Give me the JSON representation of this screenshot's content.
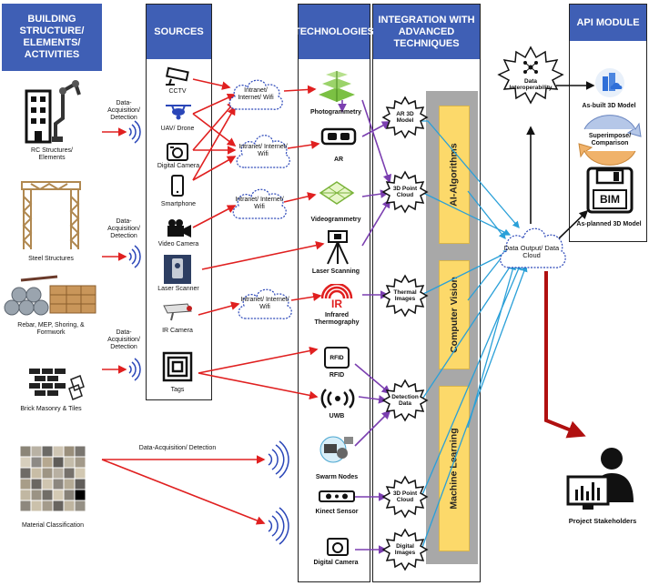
{
  "headers": {
    "building": "BUILDING STRUCTURE/ ELEMENTS/ ACTIVITIES",
    "sources": "SOURCES",
    "technologies": "TECHNOLOGIES",
    "integration": "INTEGRATION WITH ADVANCED TECHNIQUES",
    "api": "API MODULE"
  },
  "building_items": [
    "RC Structures/ Elements",
    "Steel Structures",
    "Rebar, MEP, Shoring, & Formwork",
    "Brick Masonry & Tiles",
    "Material Classification"
  ],
  "acquisition_labels": [
    "Data-Acquisition/ Detection",
    "Data-Acquisition/ Detection",
    "Data-Acquisition/ Detection",
    "Data-Acquisition/ Detection"
  ],
  "sources": [
    "CCTV",
    "UAV/ Drone",
    "Digital Camera",
    "Smartphone",
    "Video Camera",
    "Laser Scanner",
    "IR Camera",
    "Tags"
  ],
  "networks": [
    "Intranet/ Internet/ Wifi",
    "Intranet/ Internet/ Wifi",
    "Intranet/ Internet/ Wifi",
    "Intranet/ Internet/ Wifi"
  ],
  "technologies": [
    "Photogrammetry",
    "AR",
    "Videogrammetry",
    "Laser Scanning",
    "Infrared Thermography",
    "RFID",
    "UWB",
    "Swarm Nodes",
    "Kinect Sensor",
    "Digital Camera"
  ],
  "tech_icon_text": {
    "ir": "IR",
    "rfid": "RFID"
  },
  "outputs": [
    "AR 3D Model",
    "3D Point Cloud",
    "Thermal Images",
    "Detection Data",
    "3D Point Cloud",
    "Digital Images"
  ],
  "techniques": [
    "AI-Algorithms",
    "Computer Vision",
    "Machine Learning"
  ],
  "data_interop": "Data Interoperability",
  "data_output": "Data Output/ Data Cloud",
  "api": {
    "asbuilt": "As-built 3D Model",
    "superimpose": "Superimpose/ Comparison",
    "bim": "BIM",
    "asplanned": "As-planned 3D Model"
  },
  "stakeholders": "Project Stakeholders",
  "colors": {
    "header": "#3f5fb5",
    "red": "#e02020",
    "purple": "#7b3fb0",
    "blue": "#2aa0d8",
    "yellow": "#fcd96a",
    "darkred": "#b01010"
  }
}
